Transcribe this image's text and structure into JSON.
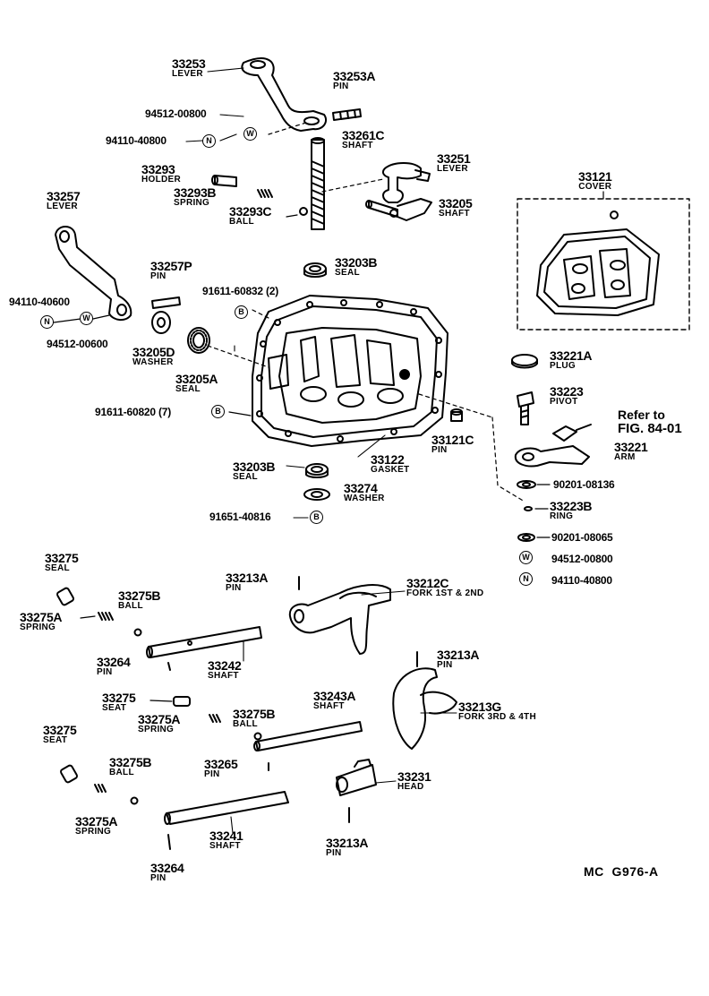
{
  "parts": {
    "p33253": {
      "num": "33253",
      "name": "LEVER"
    },
    "p33253a": {
      "num": "33253A",
      "name": "PIN"
    },
    "p33261c": {
      "num": "33261C",
      "name": "SHAFT"
    },
    "p33251": {
      "num": "33251",
      "name": "LEVER"
    },
    "p33293": {
      "num": "33293",
      "name": "HOLDER"
    },
    "p33293b": {
      "num": "33293B",
      "name": "SPRING"
    },
    "p33293c": {
      "num": "33293C",
      "name": "BALL"
    },
    "p33205": {
      "num": "33205",
      "name": "SHAFT"
    },
    "p33257": {
      "num": "33257",
      "name": "LEVER"
    },
    "p33121": {
      "num": "33121",
      "name": "COVER"
    },
    "p33257p": {
      "num": "33257P",
      "name": "PIN"
    },
    "p33203b_top": {
      "num": "33203B",
      "name": "SEAL"
    },
    "p33205d": {
      "num": "33205D",
      "name": "WASHER"
    },
    "p33205a": {
      "num": "33205A",
      "name": "SEAL"
    },
    "p33221a": {
      "num": "33221A",
      "name": "PLUG"
    },
    "p33223": {
      "num": "33223",
      "name": "PIVOT"
    },
    "p33221": {
      "num": "33221",
      "name": "ARM"
    },
    "p33121c": {
      "num": "33121C",
      "name": "PIN"
    },
    "p33122": {
      "num": "33122",
      "name": "GASKET"
    },
    "p33203b_bot": {
      "num": "33203B",
      "name": "SEAL"
    },
    "p33274": {
      "num": "33274",
      "name": "WASHER"
    },
    "p33223b": {
      "num": "33223B",
      "name": "RING"
    },
    "p33275_a": {
      "num": "33275",
      "name": "SEAL"
    },
    "p33213a_a": {
      "num": "33213A",
      "name": "PIN"
    },
    "p33212c": {
      "num": "33212C",
      "name": "FORK 1ST & 2ND"
    },
    "p33275b_a": {
      "num": "33275B",
      "name": "BALL"
    },
    "p33275a_a": {
      "num": "33275A",
      "name": "SPRING"
    },
    "p33264_a": {
      "num": "33264",
      "name": "PIN"
    },
    "p33242": {
      "num": "33242",
      "name": "SHAFT"
    },
    "p33213a_b": {
      "num": "33213A",
      "name": "PIN"
    },
    "p33275_b": {
      "num": "33275",
      "name": "SEAT"
    },
    "p33243a": {
      "num": "33243A",
      "name": "SHAFT"
    },
    "p33213g": {
      "num": "33213G",
      "name": "FORK 3RD & 4TH"
    },
    "p33275a_b": {
      "num": "33275A",
      "name": "SPRING"
    },
    "p33275b_b": {
      "num": "33275B",
      "name": "BALL"
    },
    "p33275_c": {
      "num": "33275",
      "name": "SEAT"
    },
    "p33275b_c": {
      "num": "33275B",
      "name": "BALL"
    },
    "p33265": {
      "num": "33265",
      "name": "PIN"
    },
    "p33231": {
      "num": "33231",
      "name": "HEAD"
    },
    "p33275a_c": {
      "num": "33275A",
      "name": "SPRING"
    },
    "p33241": {
      "num": "33241",
      "name": "SHAFT"
    },
    "p33213a_c": {
      "num": "33213A",
      "name": "PIN"
    },
    "p33264_b": {
      "num": "33264",
      "name": "PIN"
    }
  },
  "standard_parts": {
    "s94512_00800_top": "94512-00800",
    "s94110_40800_top": "94110-40800",
    "s91611_60832": "91611-60832 (2)",
    "s94110_40600": "94110-40600",
    "s94512_00600": "94512-00600",
    "s91611_60820": "91611-60820 (7)",
    "s91651_40816": "91651-40816",
    "s90201_08136": "90201-08136",
    "s90201_08065": "90201-08065",
    "s94512_00800_r": "94512-00800",
    "s94110_40800_r": "94110-40800"
  },
  "badges": {
    "nut": "N",
    "washer": "W",
    "bolt": "B"
  },
  "reference": {
    "line1": "Refer to",
    "line2": "FIG. 84-01"
  },
  "figure_code": "MC  G976-A"
}
